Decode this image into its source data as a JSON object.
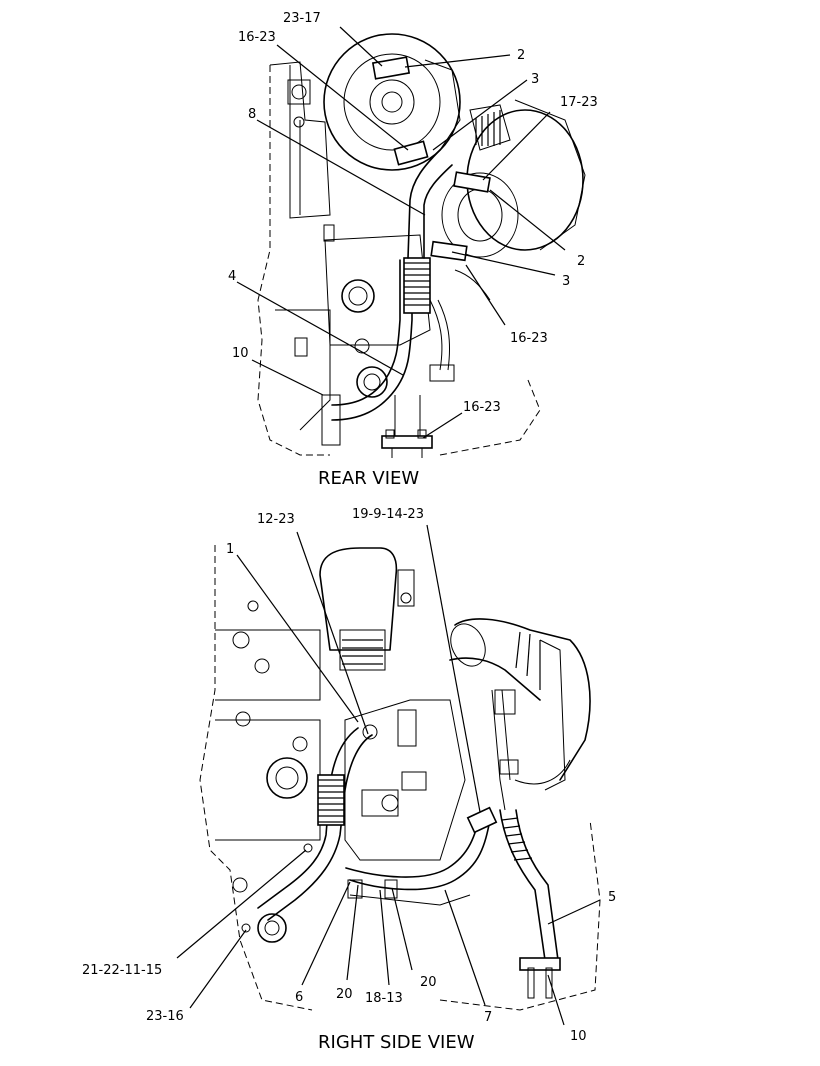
{
  "views": {
    "rear": {
      "title": "REAR VIEW",
      "callouts": [
        "23-17",
        "2",
        "16-23",
        "3",
        "17-23",
        "8",
        "2",
        "3",
        "4",
        "16-23",
        "10",
        "16-23"
      ]
    },
    "right": {
      "title": "RIGHT SIDE VIEW",
      "callouts": [
        "12-23",
        "19-9-14-23",
        "1",
        "5",
        "21-22-11-15",
        "23-16",
        "6",
        "20",
        "18-13",
        "20",
        "7",
        "10"
      ]
    }
  }
}
